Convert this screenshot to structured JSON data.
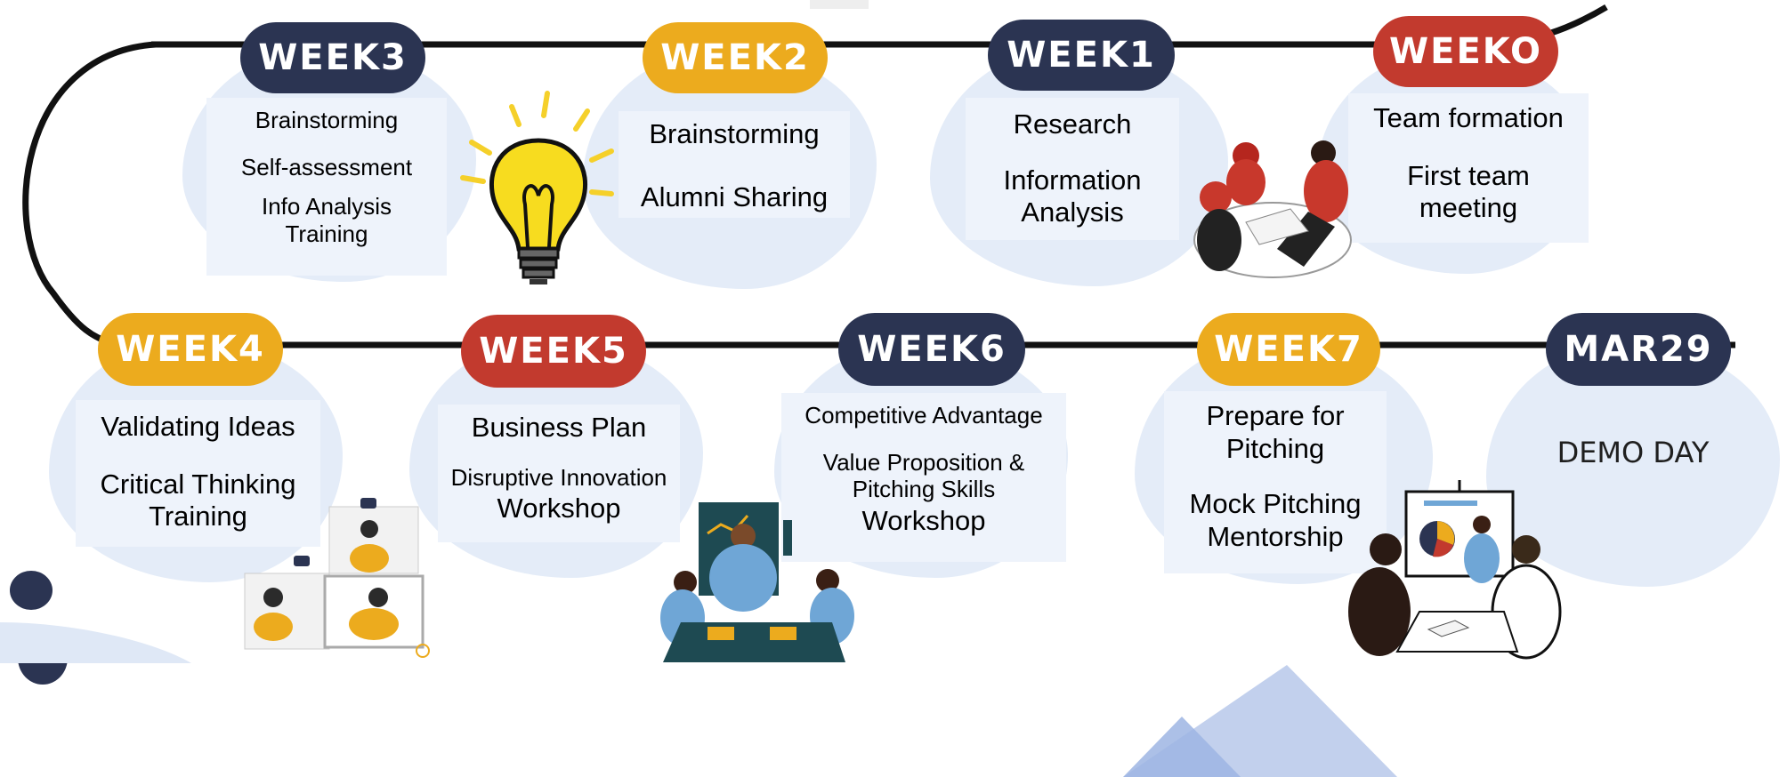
{
  "colors": {
    "navy": "#2b3452",
    "orange": "#ecab1e",
    "red": "#c23a2e",
    "blob": "#e4ecf8",
    "track": "#111111"
  },
  "icons": [
    "lightbulb-icon",
    "team-meeting-illustration",
    "video-call-illustration",
    "workshop-illustration",
    "presentation-illustration"
  ],
  "weeks": [
    {
      "key": "w3",
      "label": "WEEK3",
      "color": "navy",
      "items": [
        "Brainstorming",
        "Self-assessment",
        "Info Analysis\nTraining"
      ]
    },
    {
      "key": "w2",
      "label": "WEEK2",
      "color": "orange",
      "items": [
        "Brainstorming",
        "Alumni Sharing"
      ]
    },
    {
      "key": "w1",
      "label": "WEEK1",
      "color": "navy",
      "items": [
        "Research",
        "Information\nAnalysis"
      ]
    },
    {
      "key": "w0",
      "label": "WEEKO",
      "color": "red",
      "items": [
        "Team formation",
        "First team\nmeeting"
      ]
    },
    {
      "key": "w4",
      "label": "WEEK4",
      "color": "orange",
      "items": [
        "Validating Ideas",
        "Critical Thinking\nTraining"
      ]
    },
    {
      "key": "w5",
      "label": "WEEK5",
      "color": "red",
      "items": [
        "Business Plan",
        "Disruptive Innovation",
        "Workshop"
      ]
    },
    {
      "key": "w6",
      "label": "WEEK6",
      "color": "navy",
      "items": [
        "Competitive Advantage",
        "Value Proposition &\nPitching Skills",
        "Workshop"
      ]
    },
    {
      "key": "w7",
      "label": "WEEK7",
      "color": "orange",
      "items": [
        "Prepare for\nPitching",
        "Mock Pitching\nMentorship"
      ]
    },
    {
      "key": "demo",
      "label": "MAR29",
      "color": "navy",
      "items": [
        "DEMO DAY"
      ]
    }
  ]
}
